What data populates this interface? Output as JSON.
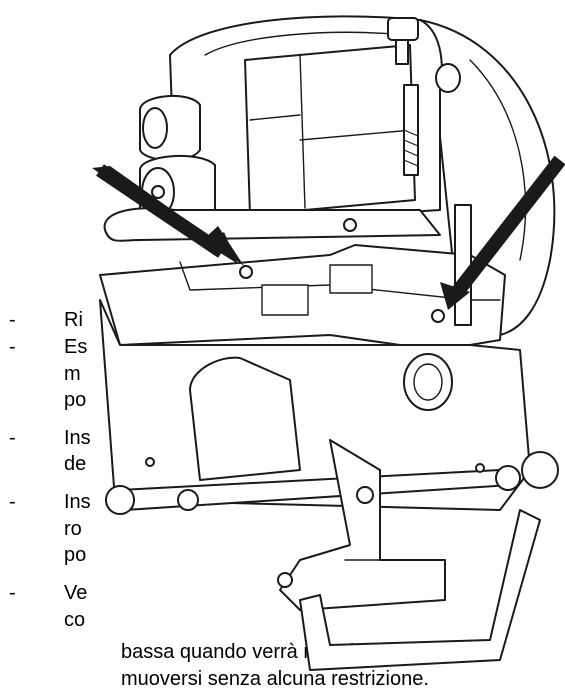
{
  "instructions": {
    "items": [
      {
        "lines": [
          "Ri"
        ]
      },
      {
        "lines": [
          "Es",
          "m",
          "po"
        ]
      },
      {
        "lines": [
          "Ins",
          "de"
        ]
      },
      {
        "lines": [
          "Ins",
          "ro",
          "po"
        ]
      },
      {
        "lines": [
          "Ve",
          "co",
          "bassa quando verrà rilasciato e potrà",
          "muoversi senza alcuna restrizione."
        ]
      }
    ]
  },
  "figure": {
    "subject": "welding-carriage-mechanism-drawing",
    "arrow_color": "#1a1a1a"
  }
}
